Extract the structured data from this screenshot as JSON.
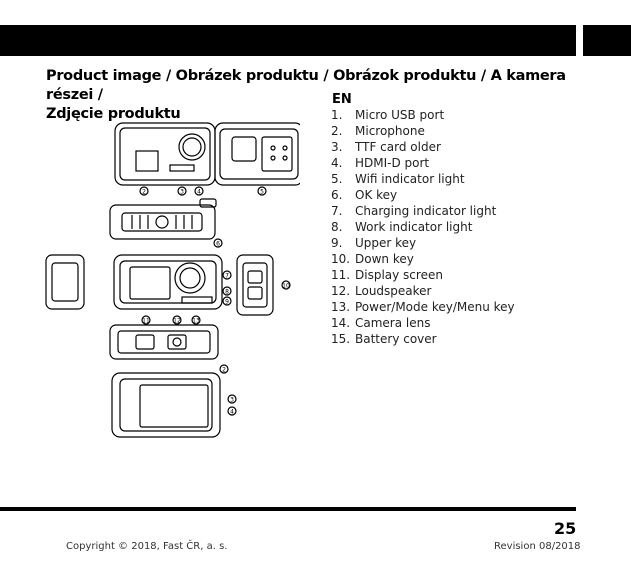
{
  "heading": {
    "line1": "Product image / Obrázek produktu / Obrázok produktu / A kamera részei /",
    "line2": "Zdjęcie produktu"
  },
  "lang_label": "EN",
  "parts": [
    {
      "num": "1.",
      "label": "Micro USB port"
    },
    {
      "num": "2.",
      "label": "Microphone"
    },
    {
      "num": "3.",
      "label": "TTF card older"
    },
    {
      "num": "4.",
      "label": "HDMI-D port"
    },
    {
      "num": "5.",
      "label": "Wifi indicator light"
    },
    {
      "num": "6.",
      "label": "OK key"
    },
    {
      "num": "7.",
      "label": "Charging indicator light"
    },
    {
      "num": "8.",
      "label": "Work indicator light"
    },
    {
      "num": "9.",
      "label": "Upper key"
    },
    {
      "num": "10.",
      "label": "Down key"
    },
    {
      "num": "11.",
      "label": "Display screen"
    },
    {
      "num": "12.",
      "label": "Loudspeaker"
    },
    {
      "num": "13.",
      "label": "Power/Mode key/Menu key"
    },
    {
      "num": "14.",
      "label": "Camera lens"
    },
    {
      "num": "15.",
      "label": "Battery cover"
    }
  ],
  "callouts": [
    "2",
    "3",
    "4",
    "5",
    "6",
    "7",
    "8",
    "9",
    "10",
    "11",
    "12",
    "13"
  ],
  "footer": {
    "page_number": "25",
    "copyright": "Copyright © 2018, Fast ČR, a. s.",
    "revision": "Revision 08/2018"
  }
}
